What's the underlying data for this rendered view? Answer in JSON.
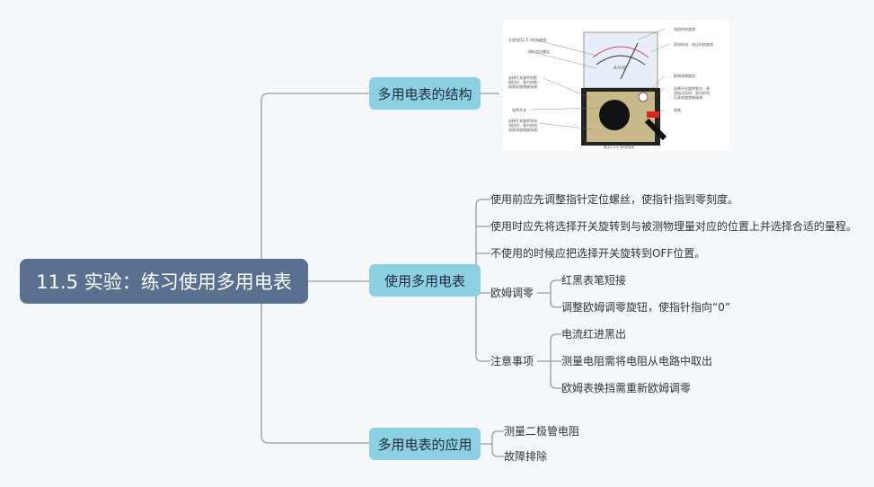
{
  "root": {
    "title": "11.5 实验：练习使用多用电表"
  },
  "branches": [
    {
      "label": "多用电表的结构",
      "image": {
        "labels": [
          "交变电压2.5 V的刻度线",
          "指针定位螺丝",
          "选择开关旋转到欧姆挡时，表内的欧姆表电路就被接通",
          "选择开关",
          "选择开关旋转到电流挡时，表内的电流表电路就被接通",
          "电阻的刻度线",
          "直流电流、电压的刻度线",
          "欧姆调零旋钮",
          "选择开关旋转到交、直流电压挡时，表内的电压表电路就被接通",
          "表笔"
        ],
        "caption": "图11.5-1 多用电表",
        "dial": "A-V-Ω"
      }
    },
    {
      "label": "使用多用电表",
      "children": [
        {
          "label": "使用前应先调整指针定位螺丝，使指针指到零刻度。"
        },
        {
          "label": "使用时应先将选择开关旋转到与被测物理量对应的位置上并选择合适的量程。"
        },
        {
          "label": "不使用的时候应把选择开关旋转到OFF位置。"
        },
        {
          "label": "欧姆调零",
          "children": [
            {
              "label": "红黑表笔短接"
            },
            {
              "label": "调整欧姆调零旋钮，使指针指向“0”"
            }
          ]
        },
        {
          "label": "注意事项",
          "children": [
            {
              "label": "电流红进黑出"
            },
            {
              "label": "测量电阻需将电阻从电路中取出"
            },
            {
              "label": "欧姆表换挡需重新欧姆调零"
            }
          ]
        }
      ]
    },
    {
      "label": "多用电表的应用",
      "children": [
        {
          "label": "测量二极管电阻"
        },
        {
          "label": "故障排除"
        }
      ]
    }
  ],
  "colors": {
    "root": "#5a7091",
    "branch": "#8dd0e3",
    "line": "#9a9a9a"
  }
}
